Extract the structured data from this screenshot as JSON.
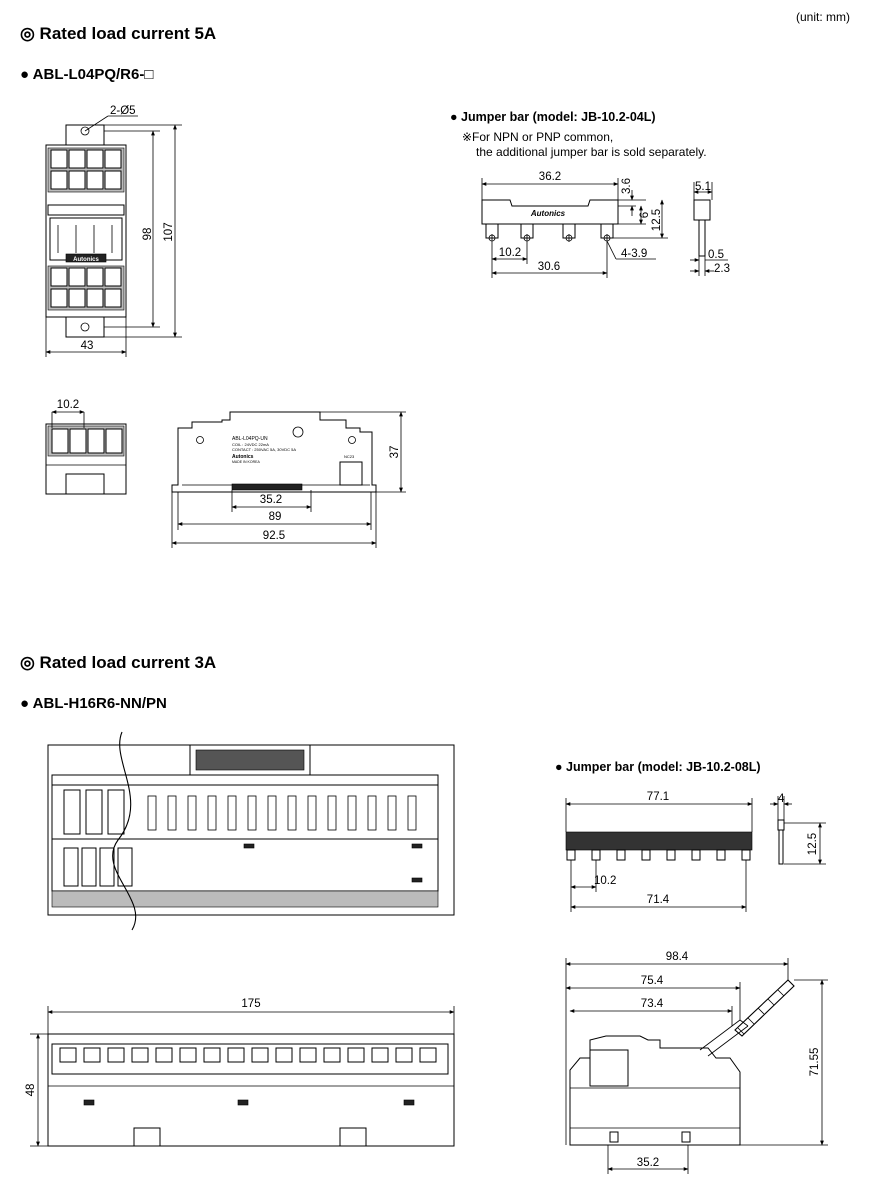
{
  "unit_note": "(unit: mm)",
  "section_5a": {
    "title": "◎ Rated load current 5A",
    "model": "● ABL-L04PQ/R6-□",
    "front": {
      "hole": "2-Ø5",
      "h_inner": "98",
      "h_outer": "107",
      "width": "43"
    },
    "side": {
      "width": "10.2"
    },
    "profile": {
      "height": "37",
      "d1": "35.2",
      "d2": "89",
      "d3": "92.5",
      "label_lines": [
        "ABL-L04PQ-UN",
        "COIL : 24VDC 22mA",
        "CONTACT : 250VAC 5A, 30VDC 5A",
        "Autonics",
        "MADE IN KOREA",
        "NC23"
      ]
    },
    "jumper": {
      "title": "● Jumper bar (model: JB-10.2-04L)",
      "note_line1": "※For NPN or PNP common,",
      "note_line2": "the additional jumper bar is sold separately.",
      "brand": "Autonics",
      "dims": {
        "length": "36.2",
        "t1": "3.6",
        "t2": "6",
        "h": "12.5",
        "pitch": "10.2",
        "span": "30.6",
        "hole": "4-3.9",
        "side_w": "5.1",
        "side_t": "0.5",
        "side_b": "2.3"
      }
    }
  },
  "section_3a": {
    "title": "◎ Rated load current 3A",
    "model": "● ABL-H16R6-NN/PN",
    "bottom": {
      "length": "175",
      "height": "48"
    },
    "profile": {
      "d1": "98.4",
      "d2": "75.4",
      "d3": "73.4",
      "height": "71.55",
      "rail": "35.2"
    },
    "jumper": {
      "title": "● Jumper bar (model: JB-10.2-08L)",
      "dims": {
        "length": "77.1",
        "t": "4",
        "h": "12.5",
        "pitch": "10.2",
        "span": "71.4"
      }
    }
  }
}
